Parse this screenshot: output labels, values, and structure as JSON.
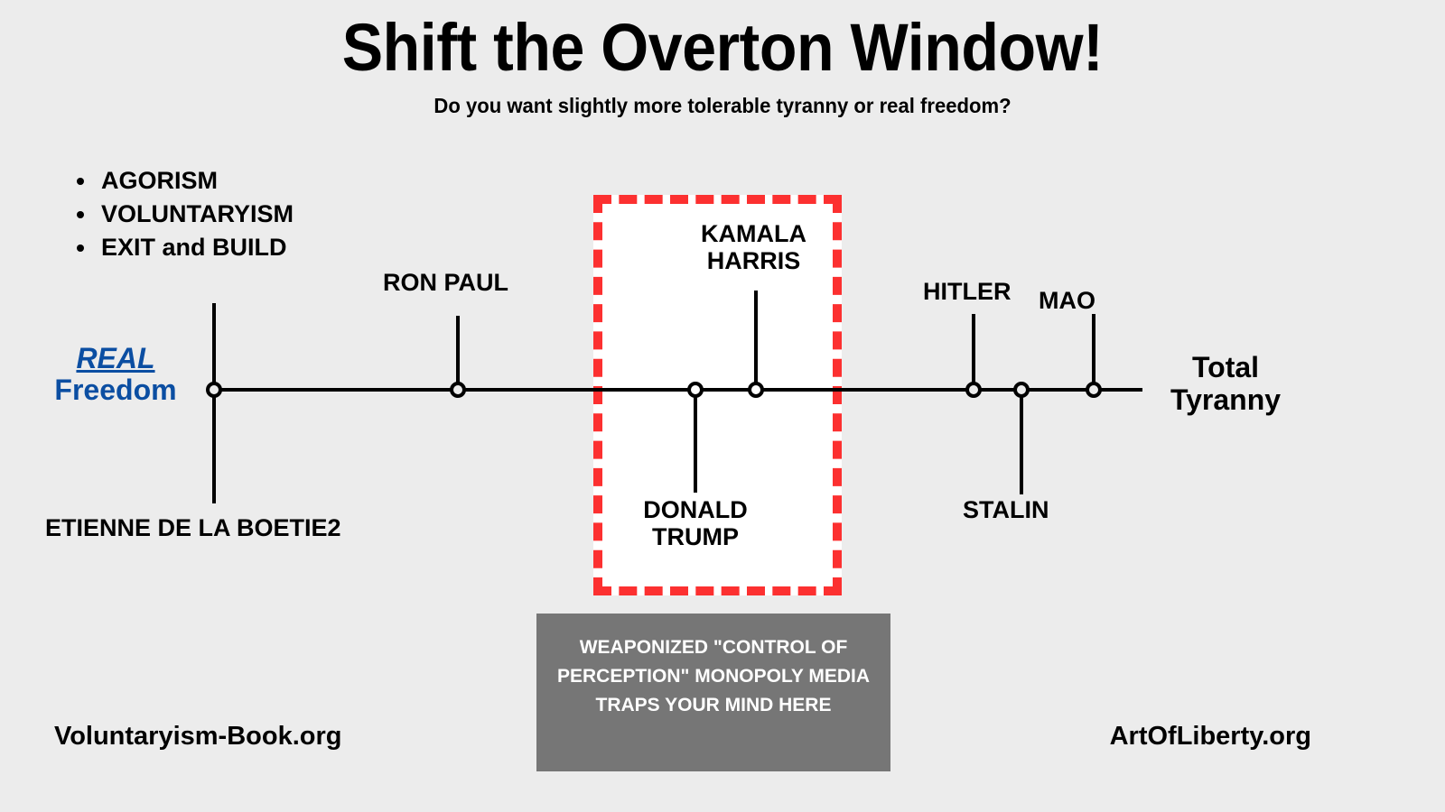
{
  "header": {
    "title": "Shift the Overton Window!",
    "subtitle": "Do you want slightly more tolerable tyranny or real freedom?"
  },
  "bullets": [
    {
      "label": "AGORISM"
    },
    {
      "label": "VOLUNTARYISM"
    },
    {
      "label": "EXIT and BUILD"
    }
  ],
  "axis": {
    "left_end": {
      "line1": "REAL",
      "line2": "Freedom"
    },
    "right_end": "Total\nTyranny"
  },
  "points": [
    {
      "name": "etienne-de-la-boetie2",
      "label": "ETIENNE DE LA BOETIE2",
      "side": "below"
    },
    {
      "name": "ron-paul",
      "label": "RON PAUL",
      "side": "above"
    },
    {
      "name": "donald-trump",
      "label": "DONALD\nTRUMP",
      "side": "below"
    },
    {
      "name": "kamala-harris",
      "label": "KAMALA\nHARRIS",
      "side": "above"
    },
    {
      "name": "hitler",
      "label": "HITLER",
      "side": "above"
    },
    {
      "name": "stalin",
      "label": "STALIN",
      "side": "below"
    },
    {
      "name": "mao",
      "label": "MAO",
      "side": "above"
    }
  ],
  "overton_window": {
    "border_color": "#fc3030",
    "fill_color": "#ffffff"
  },
  "media_warning": {
    "text": "WEAPONIZED \"CONTROL OF PERCEPTION\" MONOPOLY MEDIA TRAPS YOUR MIND HERE",
    "background_color": "#767676"
  },
  "footer": {
    "left": "Voluntaryism-Book.org",
    "right": "ArtOfLiberty.org"
  },
  "colors": {
    "background": "#ececec",
    "freedom_blue": "#0b4ea2",
    "axis_black": "#000000"
  }
}
